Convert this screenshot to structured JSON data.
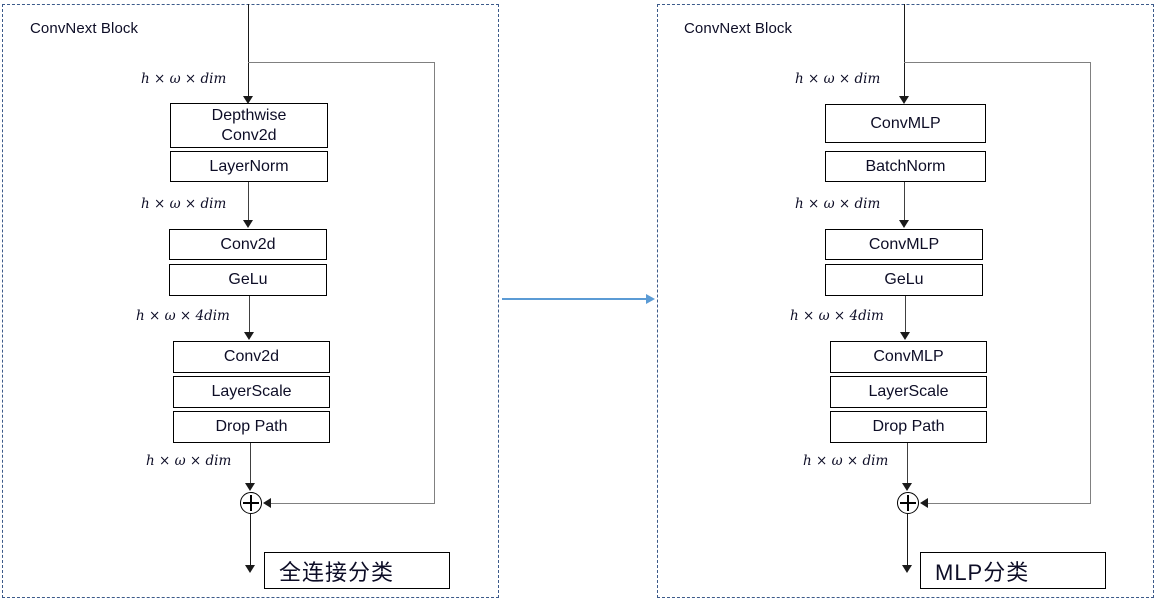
{
  "diagram": {
    "type": "flowchart",
    "title_left": "ConvNext Block",
    "title_right": "ConvNext Block",
    "accent_color": "#5b9bd5",
    "panel_border_color": "#3c5a8a",
    "bypass_color": "#808080",
    "add_symbol": "⊕"
  },
  "left_panel": {
    "title": "ConvNext Block",
    "labels": {
      "shape_in": "h × ω × dim",
      "shape_mid": "h × ω × dim",
      "shape_expand": "h × ω × 4dim",
      "shape_out": "h × ω × dim"
    },
    "blocks": [
      {
        "id": "depthwise-conv2d",
        "label": "Depthwise\nConv2d"
      },
      {
        "id": "layernorm",
        "label": "LayerNorm"
      },
      {
        "id": "conv2d-1",
        "label": "Conv2d"
      },
      {
        "id": "gelu",
        "label": "GeLu"
      },
      {
        "id": "conv2d-2",
        "label": "Conv2d"
      },
      {
        "id": "layerscale",
        "label": "LayerScale"
      },
      {
        "id": "drop-path",
        "label": "Drop Path"
      }
    ],
    "classifier": {
      "id": "fc-classifier",
      "label": "全连接分类"
    }
  },
  "right_panel": {
    "title": "ConvNext Block",
    "labels": {
      "shape_in": "h × ω × dim",
      "shape_mid": "h × ω × dim",
      "shape_expand": "h × ω × 4dim",
      "shape_out": "h × ω × dim"
    },
    "blocks": [
      {
        "id": "convmlp-1",
        "label": "ConvMLP"
      },
      {
        "id": "batchnorm",
        "label": "BatchNorm"
      },
      {
        "id": "convmlp-2",
        "label": "ConvMLP"
      },
      {
        "id": "gelu",
        "label": "GeLu"
      },
      {
        "id": "convmlp-3",
        "label": "ConvMLP"
      },
      {
        "id": "layerscale",
        "label": "LayerScale"
      },
      {
        "id": "drop-path",
        "label": "Drop Path"
      }
    ],
    "classifier": {
      "id": "mlp-classifier",
      "label": "MLP分类"
    }
  }
}
